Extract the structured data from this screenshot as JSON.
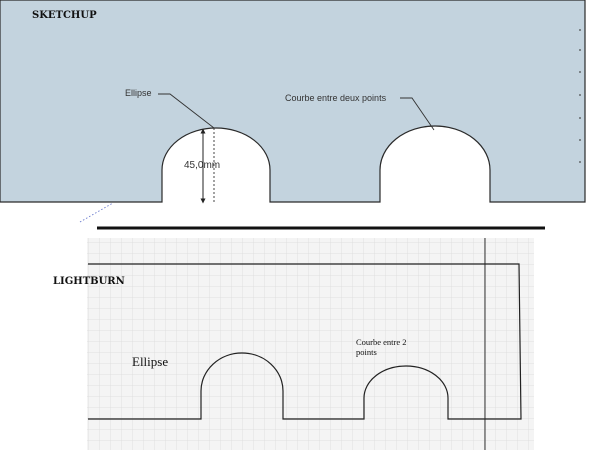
{
  "sketchup": {
    "title": "SKETCHUP",
    "ellipse_label": "Ellipse",
    "curve_label": "Courbe entre deux points",
    "dimension": "45,0mm",
    "colors": {
      "panel": "#c3d3de",
      "outline": "#2a2a2a"
    }
  },
  "lightburn": {
    "title": "LIGHTBURN",
    "ellipse_label": "Ellipse",
    "curve_label_line1": "Courbe entre 2",
    "curve_label_line2": "points",
    "colors": {
      "grid_bg": "#f3f3f3",
      "grid_line": "#dcdcdc",
      "outline": "#222222"
    }
  }
}
